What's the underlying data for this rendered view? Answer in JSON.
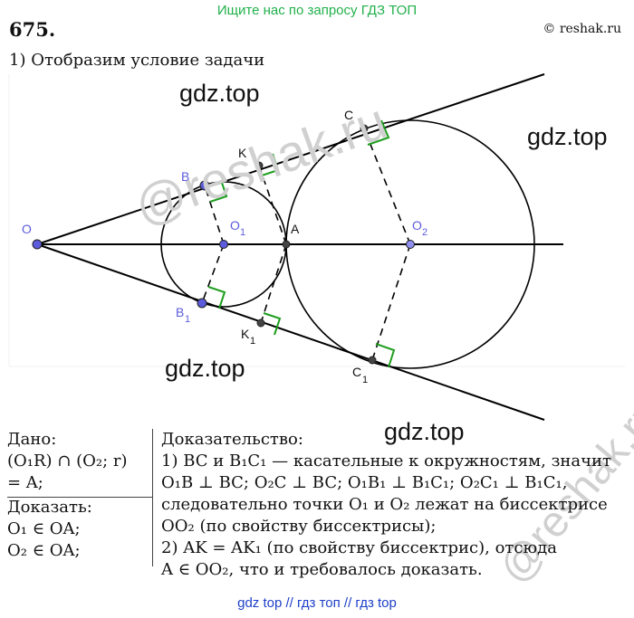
{
  "banner": "Ищите нас по запросу ГДЗ ТОП",
  "problem_number": "675.",
  "copyright": "© reshak.ru",
  "intro": "1) Отобразим условие задачи",
  "watermarks": {
    "gdz": "gdz.top",
    "reshak": "@reshak.ru"
  },
  "diagram": {
    "labels": {
      "O": "O",
      "O1": "O",
      "O1_sub": "1",
      "O2": "O",
      "O2_sub": "2",
      "A": "A",
      "B": "B",
      "B1": "B",
      "B1_sub": "1",
      "C": "C",
      "C1": "C",
      "C1_sub": "1",
      "K": "K",
      "K1": "K",
      "K1_sub": "1"
    },
    "colors": {
      "point": "#5b5bdc",
      "line": "#000000",
      "right_angle": "#1e9e1e",
      "label_blue": "#5b5bdc"
    }
  },
  "given": {
    "title": "Дано:",
    "line1": "(O₁R) ∩ (O₂; r)",
    "line2": "= A;",
    "prove_title": "Доказать:",
    "prove1": "O₁ ∈ OA;",
    "prove2": "O₂ ∈ OA;"
  },
  "proof": {
    "title": "Доказательство:",
    "l1": "1) BC и B₁C₁ — касательные к окружностям, значит",
    "l2": "O₁B ⊥ BC;  O₂C ⊥ BC;  O₁B₁ ⊥ B₁C₁;  O₂C₁ ⊥ B₁C₁,",
    "l3": "следовательно точки O₁ и O₂ лежат на биссектрисе",
    "l4": "OO₂ (по свойству биссектрисы);",
    "l5": "2) AK = AK₁ (по свойству биссектрис), отсюда",
    "l6": "A ∈ OO₂, что и требовалось доказать."
  },
  "footer_links": "gdz top  //  гдз топ  //  гдз top"
}
